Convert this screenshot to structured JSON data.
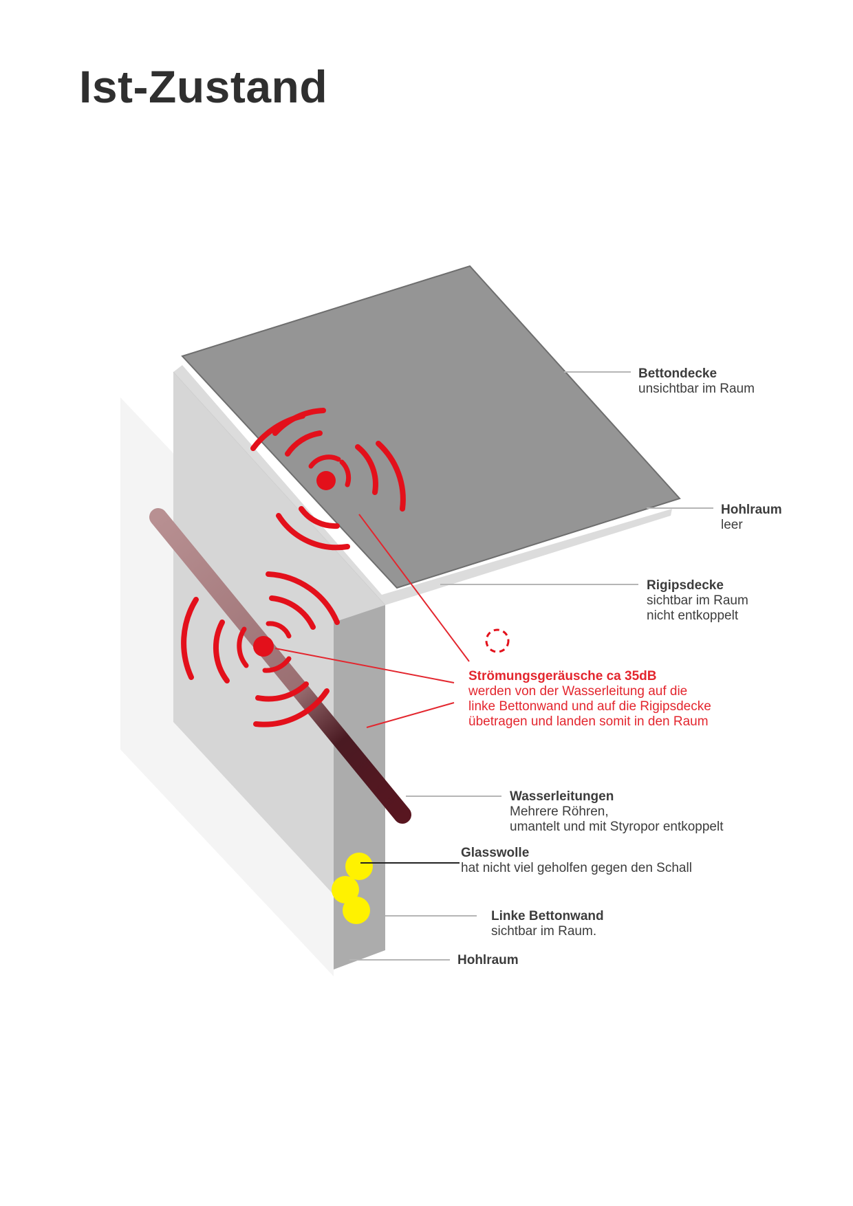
{
  "title": "Ist-Zustand",
  "colors": {
    "noise": "#e3101b",
    "glasswool": "#fff200",
    "concrete_top": "#959595",
    "leader": "#b5b5b5",
    "pipe": "#7a2a35"
  },
  "labels": {
    "bettondecke": {
      "head": "Bettondecke",
      "lines": [
        "unsichtbar im Raum"
      ]
    },
    "hohlraum_top": {
      "head": "Hohlraum",
      "lines": [
        "leer"
      ]
    },
    "rigipsdecke": {
      "head": "Rigipsdecke",
      "lines": [
        "sichtbar im Raum",
        "nicht entkoppelt"
      ]
    },
    "noise": {
      "head": "Strömungsgeräusche ca 35dB",
      "lines": [
        "werden von der Wasserleitung auf die",
        "linke Bettonwand und auf die Rigipsdecke",
        "übetragen und landen somit in den Raum"
      ]
    },
    "wasserleitungen": {
      "head": "Wasserleitungen",
      "lines": [
        "Mehrere Röhren,",
        "umantelt und mit Styropor entkoppelt"
      ]
    },
    "glasswolle": {
      "head": "Glasswolle",
      "lines": [
        "hat nicht viel geholfen gegen den Schall"
      ]
    },
    "linke_bettonwand": {
      "head": "Linke Bettonwand",
      "lines": [
        "sichtbar im Raum."
      ]
    },
    "hohlraum_bottom": {
      "head": "Hohlraum",
      "lines": []
    }
  }
}
